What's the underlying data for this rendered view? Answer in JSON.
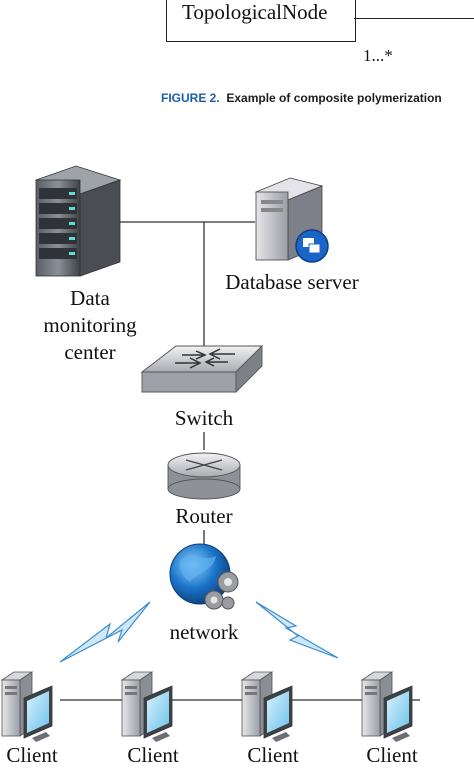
{
  "top_box": {
    "label": "TopologicalNode",
    "multiplicity": "1...*"
  },
  "caption": {
    "figure": "FIGURE 2.",
    "text": "Example of composite polymerization"
  },
  "nodes": {
    "data_center": "Data monitoring center",
    "database": "Database server",
    "switch": "Switch",
    "router": "Router",
    "network": "network",
    "clients": [
      "Client",
      "Client",
      "Client",
      "Client"
    ]
  },
  "colors": {
    "caption_accent": "#1c5fa8",
    "globe": "#1b74c8",
    "monitor": "#8fd3f2"
  },
  "icons": [
    "server-rack-icon",
    "database-server-icon",
    "switch-icon",
    "router-icon",
    "globe-network-icon",
    "client-computer-icon",
    "lightning-link-icon"
  ]
}
